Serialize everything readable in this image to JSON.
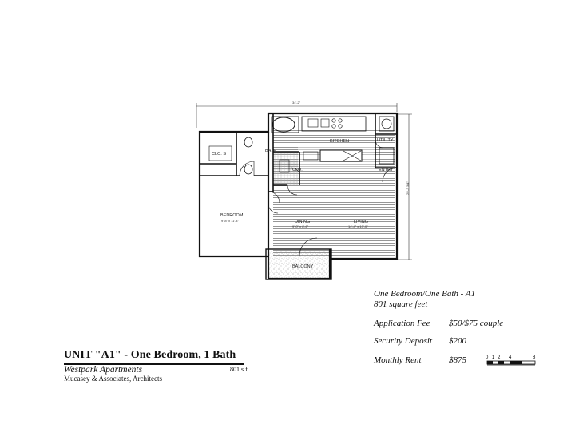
{
  "plan": {
    "dim_width": "34'-2\"",
    "dim_height": "29'-3 3/4\"",
    "rooms": {
      "bath": "BATH",
      "closet": "CLO. S",
      "kitchen": "KITCHEN",
      "utility": "UTILITY",
      "entry": "ENTRY",
      "bedroom": "BEDROOM",
      "bedroom_size": "9'-8\" x 11'-4\"",
      "dining": "DINING",
      "dining_size": "9'-0\" x 8'-6\"",
      "living": "LIVING",
      "living_size": "14'-4\" x 13'-0\"",
      "balcony": "BALCONY",
      "closet2": "CLO."
    }
  },
  "info": {
    "title": "One Bedroom/One Bath - A1",
    "subtitle": "801 square feet",
    "rows": [
      {
        "label": "Application Fee",
        "value": "$50/$75 couple"
      },
      {
        "label": "Security Deposit",
        "value": "$200"
      },
      {
        "label": "Monthly Rent",
        "value": "$875"
      }
    ]
  },
  "footer": {
    "unit_title": "UNIT \"A1\" - One Bedroom, 1 Bath",
    "complex": "Westpark Apartments",
    "sqft": "801 s.f.",
    "architect": "Mucasey & Associates, Architects"
  },
  "scale": {
    "ticks": [
      "0",
      "1",
      "2",
      "4",
      "8"
    ]
  }
}
